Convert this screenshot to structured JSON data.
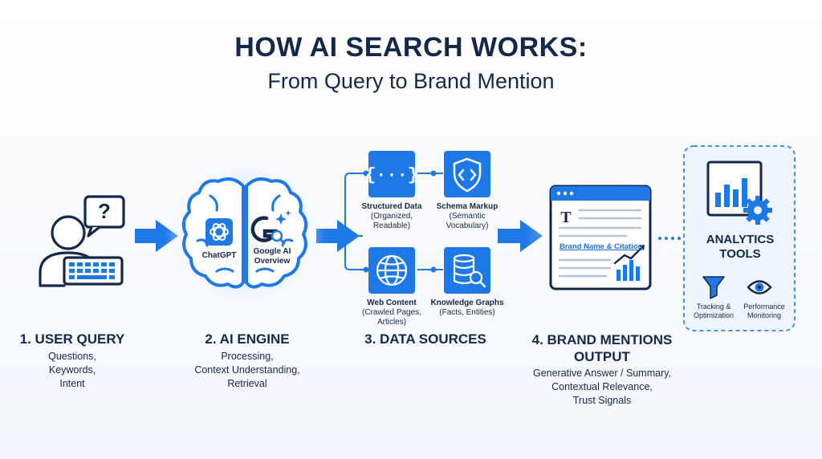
{
  "header": {
    "title": "HOW AI SEARCH WORKS:",
    "subtitle": "From Query to Brand Mention"
  },
  "steps": [
    {
      "title": "1. USER QUERY",
      "desc": [
        "Questions,",
        "Keywords,",
        "Intent"
      ]
    },
    {
      "title": "2. AI ENGINE",
      "desc": [
        "Processing,",
        "Context Understanding,",
        "Retrieval"
      ]
    },
    {
      "title": "3. DATA SOURCES",
      "desc": []
    },
    {
      "title_lines": [
        "4. BRAND MENTIONS",
        "OUTPUT"
      ],
      "desc": [
        "Generative Answer / Summary,",
        "Contextual Relevance,",
        "Trust Signals"
      ]
    }
  ],
  "engine": {
    "chatgpt_label": "ChatGPT",
    "google_label_1": "Google AI",
    "google_label_2": "Overview"
  },
  "sources": [
    {
      "name": "Structured Data",
      "sub": [
        "(Organized,",
        "Readable)"
      ],
      "icon": "braces-icon"
    },
    {
      "name": "Schema Markup",
      "sub": [
        "(Semantic",
        "Vocabulary)"
      ],
      "icon": "code-shield-icon"
    },
    {
      "name": "Web Content",
      "sub": [
        "(Crawled Pages,",
        "Articles)"
      ],
      "icon": "globe-icon"
    },
    {
      "name": "Knowledge Graphs",
      "sub": [
        "(Facts, Entities)"
      ],
      "icon": "database-search-icon"
    }
  ],
  "output": {
    "doc_glyph": "T",
    "brand_link": "Brand Name & Citation"
  },
  "analytics": {
    "title_1": "ANALYTICS",
    "title_2": "TOOLS",
    "tracking": [
      "Tracking &",
      "Optimization"
    ],
    "performance": [
      "Performance",
      "Monitoring"
    ]
  },
  "query_glyph": "?",
  "colors": {
    "navy": "#16284a",
    "blue": "#1e78e6",
    "icon_blue": "#1f7ae0",
    "glow": "#cfe3fb",
    "dashed": "#4a8fe0"
  }
}
